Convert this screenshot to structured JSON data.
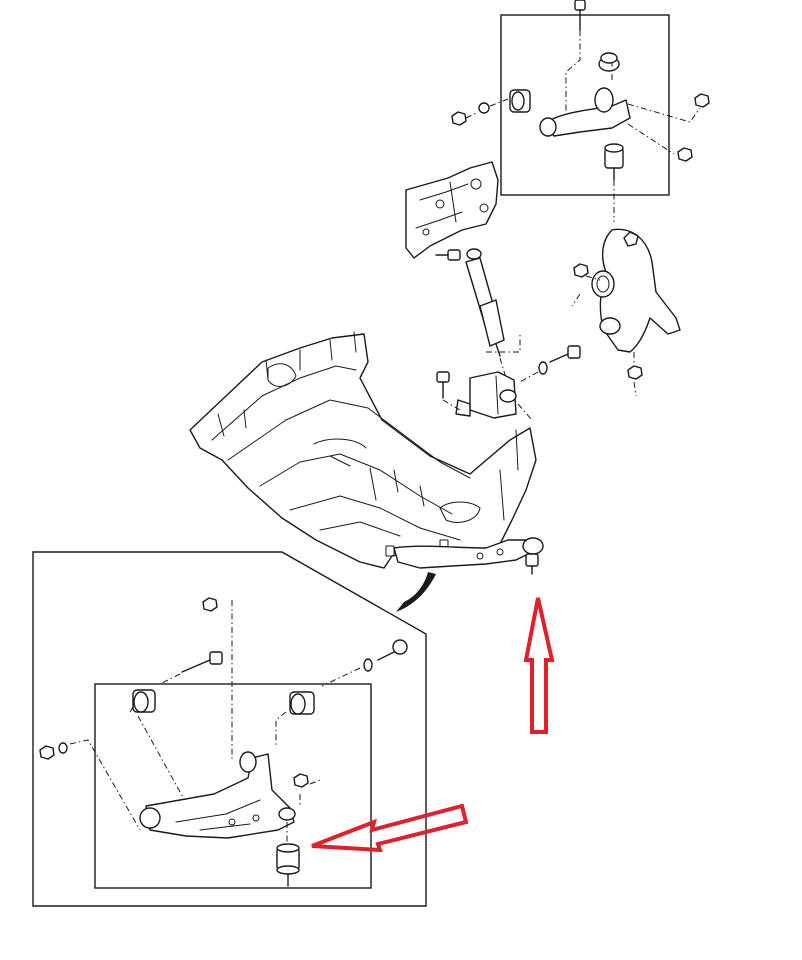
{
  "colors": {
    "line": "#1a1a1a",
    "arrow": "#e0202a",
    "background": "#ffffff"
  },
  "callout_arrows": [
    {
      "name": "lower-ball-joint-pointer-vertical",
      "direction": "up"
    },
    {
      "name": "lower-ball-joint-pointer-diagonal",
      "direction": "left"
    }
  ]
}
